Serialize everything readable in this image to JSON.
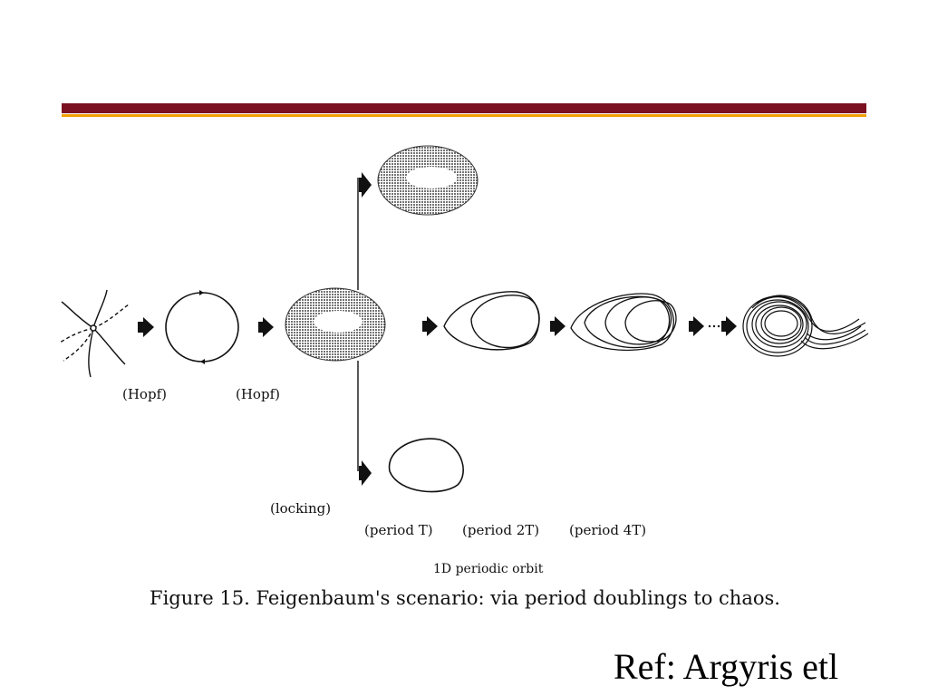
{
  "labels": {
    "hopf_1": "(Hopf)",
    "hopf_2": "(Hopf)",
    "locking": "(locking)",
    "period_t": "(period T)",
    "period_2t": "(period 2T)",
    "period_4t": "(period 4T)"
  },
  "subcaption": "1D periodic orbit",
  "caption": "Figure 15. Feigenbaum's scenario: via period doublings to chaos.",
  "reference": "Ref: Argyris etl",
  "colors": {
    "bar_primary": "#7a1020",
    "bar_accent": "#f0a000",
    "ink": "#111111"
  }
}
